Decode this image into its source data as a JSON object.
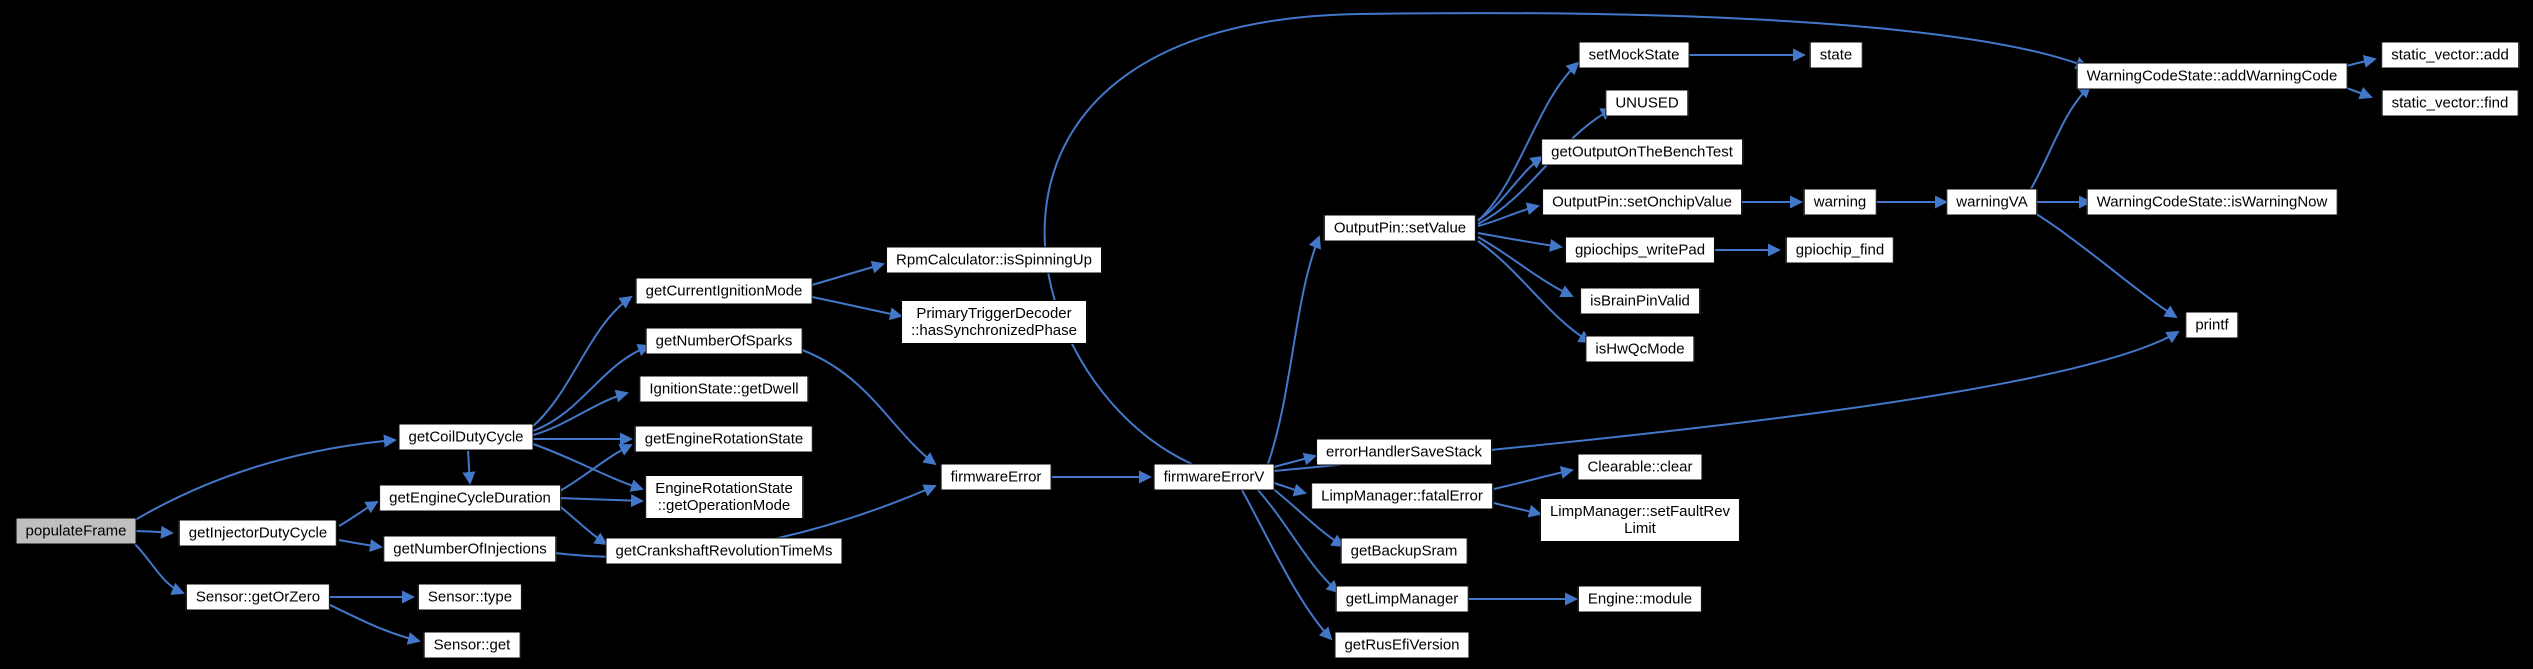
{
  "diagram": {
    "type": "call-graph",
    "background": "#000000",
    "colors": {
      "node_fill": "#ffffff",
      "node_border": "#000000",
      "node_text": "#000000",
      "highlight_fill": "#bfbfbf",
      "edge": "#4377c9"
    },
    "nodes": [
      {
        "id": "populateFrame",
        "label": "populateFrame",
        "highlighted": true
      },
      {
        "id": "getInjectorDutyCycle",
        "label": "getInjectorDutyCycle"
      },
      {
        "id": "Sensor::getOrZero",
        "label": "Sensor::getOrZero"
      },
      {
        "id": "getEngineCycleDuration",
        "label": "getEngineCycleDuration"
      },
      {
        "id": "getNumberOfInjections",
        "label": "getNumberOfInjections"
      },
      {
        "id": "Sensor::type",
        "label": "Sensor::type"
      },
      {
        "id": "Sensor::get",
        "label": "Sensor::get"
      },
      {
        "id": "getCoilDutyCycle",
        "label": "getCoilDutyCycle"
      },
      {
        "id": "getCurrentIgnitionMode",
        "label": "getCurrentIgnitionMode"
      },
      {
        "id": "getNumberOfSparks",
        "label": "getNumberOfSparks"
      },
      {
        "id": "IgnitionState::getDwell",
        "label": "IgnitionState::getDwell"
      },
      {
        "id": "getEngineRotationState",
        "label": "getEngineRotationState"
      },
      {
        "id": "EngineRotationState::getOperationMode",
        "label": "EngineRotationState\n::getOperationMode"
      },
      {
        "id": "getCrankshaftRevolutionTimeMs",
        "label": "getCrankshaftRevolutionTimeMs"
      },
      {
        "id": "RpmCalculator::isSpinningUp",
        "label": "RpmCalculator::isSpinningUp"
      },
      {
        "id": "PrimaryTriggerDecoder::hasSynchronizedPhase",
        "label": "PrimaryTriggerDecoder\n::hasSynchronizedPhase"
      },
      {
        "id": "firmwareError",
        "label": "firmwareError"
      },
      {
        "id": "firmwareErrorV",
        "label": "firmwareErrorV"
      },
      {
        "id": "OutputPin::setValue",
        "label": "OutputPin::setValue"
      },
      {
        "id": "setMockState",
        "label": "setMockState"
      },
      {
        "id": "state",
        "label": "state"
      },
      {
        "id": "UNUSED",
        "label": "UNUSED"
      },
      {
        "id": "getOutputOnTheBenchTest",
        "label": "getOutputOnTheBenchTest"
      },
      {
        "id": "OutputPin::setOnchipValue",
        "label": "OutputPin::setOnchipValue"
      },
      {
        "id": "warning",
        "label": "warning"
      },
      {
        "id": "warningVA",
        "label": "warningVA"
      },
      {
        "id": "WarningCodeState::addWarningCode",
        "label": "WarningCodeState::addWarningCode"
      },
      {
        "id": "static_vector::add",
        "label": "static_vector::add"
      },
      {
        "id": "static_vector::find",
        "label": "static_vector::find"
      },
      {
        "id": "WarningCodeState::isWarningNow",
        "label": "WarningCodeState::isWarningNow"
      },
      {
        "id": "gpiochips_writePad",
        "label": "gpiochips_writePad"
      },
      {
        "id": "gpiochip_find",
        "label": "gpiochip_find"
      },
      {
        "id": "isBrainPinValid",
        "label": "isBrainPinValid"
      },
      {
        "id": "isHwQcMode",
        "label": "isHwQcMode"
      },
      {
        "id": "printf",
        "label": "printf"
      },
      {
        "id": "errorHandlerSaveStack",
        "label": "errorHandlerSaveStack"
      },
      {
        "id": "LimpManager::fatalError",
        "label": "LimpManager::fatalError"
      },
      {
        "id": "Clearable::clear",
        "label": "Clearable::clear"
      },
      {
        "id": "LimpManager::setFaultRevLimit",
        "label": "LimpManager::setFaultRev\nLimit"
      },
      {
        "id": "getBackupSram",
        "label": "getBackupSram"
      },
      {
        "id": "getLimpManager",
        "label": "getLimpManager"
      },
      {
        "id": "Engine::module",
        "label": "Engine::module"
      },
      {
        "id": "getRusEfiVersion",
        "label": "getRusEfiVersion"
      }
    ],
    "edges": [
      {
        "from": "populateFrame",
        "to": "getInjectorDutyCycle"
      },
      {
        "from": "populateFrame",
        "to": "getCoilDutyCycle"
      },
      {
        "from": "populateFrame",
        "to": "Sensor::getOrZero"
      },
      {
        "from": "getInjectorDutyCycle",
        "to": "getEngineCycleDuration"
      },
      {
        "from": "getInjectorDutyCycle",
        "to": "getNumberOfInjections"
      },
      {
        "from": "Sensor::getOrZero",
        "to": "Sensor::type"
      },
      {
        "from": "Sensor::getOrZero",
        "to": "Sensor::get"
      },
      {
        "from": "getCoilDutyCycle",
        "to": "getCurrentIgnitionMode"
      },
      {
        "from": "getCoilDutyCycle",
        "to": "getNumberOfSparks"
      },
      {
        "from": "getCoilDutyCycle",
        "to": "IgnitionState::getDwell"
      },
      {
        "from": "getCoilDutyCycle",
        "to": "getEngineRotationState"
      },
      {
        "from": "getCoilDutyCycle",
        "to": "EngineRotationState::getOperationMode"
      },
      {
        "from": "getCoilDutyCycle",
        "to": "getEngineCycleDuration"
      },
      {
        "from": "getEngineCycleDuration",
        "to": "getEngineRotationState"
      },
      {
        "from": "getEngineCycleDuration",
        "to": "EngineRotationState::getOperationMode"
      },
      {
        "from": "getEngineCycleDuration",
        "to": "getCrankshaftRevolutionTimeMs"
      },
      {
        "from": "getCurrentIgnitionMode",
        "to": "RpmCalculator::isSpinningUp"
      },
      {
        "from": "getCurrentIgnitionMode",
        "to": "PrimaryTriggerDecoder::hasSynchronizedPhase"
      },
      {
        "from": "getNumberOfSparks",
        "to": "firmwareError"
      },
      {
        "from": "getNumberOfInjections",
        "to": "firmwareError"
      },
      {
        "from": "firmwareError",
        "to": "firmwareErrorV"
      },
      {
        "from": "firmwareErrorV",
        "to": "OutputPin::setValue"
      },
      {
        "from": "firmwareErrorV",
        "to": "WarningCodeState::addWarningCode"
      },
      {
        "from": "firmwareErrorV",
        "to": "errorHandlerSaveStack"
      },
      {
        "from": "firmwareErrorV",
        "to": "LimpManager::fatalError"
      },
      {
        "from": "firmwareErrorV",
        "to": "getBackupSram"
      },
      {
        "from": "firmwareErrorV",
        "to": "getLimpManager"
      },
      {
        "from": "firmwareErrorV",
        "to": "getRusEfiVersion"
      },
      {
        "from": "firmwareErrorV",
        "to": "printf"
      },
      {
        "from": "OutputPin::setValue",
        "to": "setMockState"
      },
      {
        "from": "OutputPin::setValue",
        "to": "UNUSED"
      },
      {
        "from": "OutputPin::setValue",
        "to": "getOutputOnTheBenchTest"
      },
      {
        "from": "OutputPin::setValue",
        "to": "OutputPin::setOnchipValue"
      },
      {
        "from": "OutputPin::setValue",
        "to": "gpiochips_writePad"
      },
      {
        "from": "OutputPin::setValue",
        "to": "isBrainPinValid"
      },
      {
        "from": "OutputPin::setValue",
        "to": "isHwQcMode"
      },
      {
        "from": "setMockState",
        "to": "state"
      },
      {
        "from": "OutputPin::setOnchipValue",
        "to": "warning"
      },
      {
        "from": "warning",
        "to": "warningVA"
      },
      {
        "from": "warningVA",
        "to": "WarningCodeState::addWarningCode"
      },
      {
        "from": "warningVA",
        "to": "WarningCodeState::isWarningNow"
      },
      {
        "from": "warningVA",
        "to": "printf"
      },
      {
        "from": "WarningCodeState::addWarningCode",
        "to": "static_vector::add"
      },
      {
        "from": "WarningCodeState::addWarningCode",
        "to": "static_vector::find"
      },
      {
        "from": "gpiochips_writePad",
        "to": "gpiochip_find"
      },
      {
        "from": "LimpManager::fatalError",
        "to": "Clearable::clear"
      },
      {
        "from": "LimpManager::fatalError",
        "to": "LimpManager::setFaultRevLimit"
      },
      {
        "from": "getLimpManager",
        "to": "Engine::module"
      }
    ]
  }
}
